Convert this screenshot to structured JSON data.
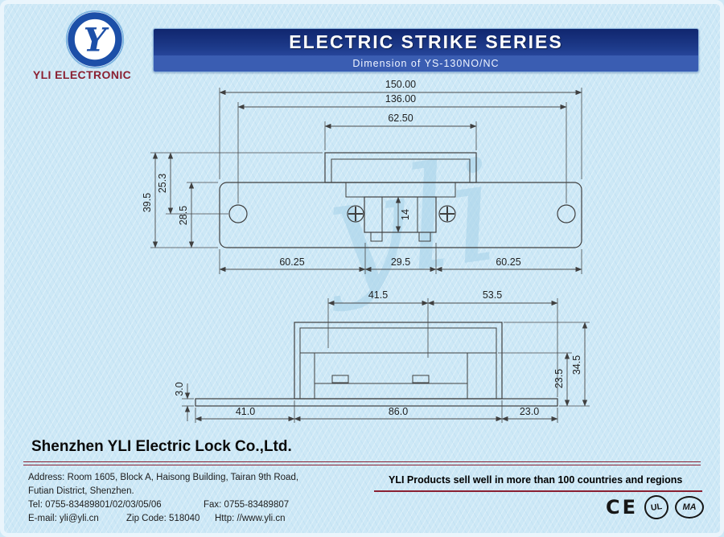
{
  "page": {
    "background": "#cde8f6",
    "accent_maroon": "#8a2032",
    "banner_top": "#10266e",
    "banner_bottom": "#3a5db2",
    "drawing_line": "#3f3f3f",
    "watermark_color": "#a9d4ea"
  },
  "header": {
    "logo_letter": "Y",
    "brand": "YLI ELECTRONIC",
    "title": "ELECTRIC STRIKE SERIES",
    "subtitle": "Dimension of YS-130NO/NC"
  },
  "drawing": {
    "watermark": "yli",
    "front_view": {
      "width_total": "150.00",
      "hole_spacing": "136.00",
      "body_width": "62.50",
      "height_upper": "25.3",
      "height_total": "39.5",
      "plate_height": "28.5",
      "latch_height": "14",
      "bottom_left": "60.25",
      "bottom_center": "29.5",
      "bottom_right": "60.25"
    },
    "side_view": {
      "top_left": "41.5",
      "top_right": "53.5",
      "plate_thickness": "3.0",
      "height_total": "34.5",
      "height_inner": "23.5",
      "bottom_left": "41.0",
      "bottom_center": "86.0",
      "bottom_right": "23.0"
    }
  },
  "footer": {
    "company": "Shenzhen YLI Electric Lock Co.,Ltd.",
    "address_line1": "Address: Room 1605, Block A, Haisong Building, Tairan 9th Road,",
    "address_line2": "Futian District, Shenzhen.",
    "tel": "Tel: 0755-83489801/02/03/05/06",
    "fax": "Fax: 0755-83489807",
    "email": "E-mail: yli@yli.cn",
    "zip": "Zip Code: 518040",
    "website": "Http: //www.yli.cn",
    "slogan": "YLI Products sell well in more than 100 countries and regions",
    "cert_ce": "CE",
    "cert_ul": "UL",
    "cert_ma": "MA"
  }
}
